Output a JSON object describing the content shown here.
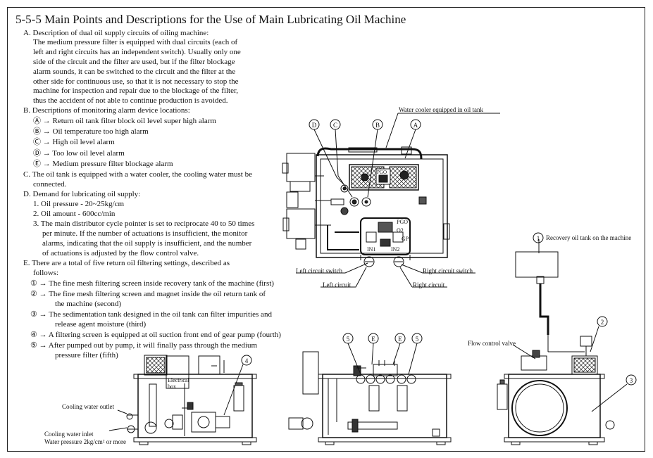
{
  "title": "5-5-5 Main Points and Descriptions for the Use of Main Lubricating Oil Machine",
  "sectionA": {
    "heading": "A. Description of dual oil supply circuits of oiling machine:",
    "lines": [
      "The medium pressure filter is equipped with dual circuits (each of",
      "left and right circuits has an independent switch). Usually only one",
      "side of the circuit and the filter are used, but if the filter blockage",
      "alarm sounds, it can be switched to the circuit and the filter at the",
      "other side for continuous use, so that it is not necessary to stop the",
      "machine for inspection and repair due to the blockage of the filter,",
      "thus the accident of not able to continue production is avoided."
    ]
  },
  "sectionB": {
    "heading": "B. Descriptions of monitoring alarm device locations:",
    "items": [
      "Ⓐ → Return oil tank filter block oil level super high alarm",
      "Ⓑ → Oil temperature too high alarm",
      "Ⓒ → High oil level alarm",
      "Ⓓ → Too low oil level alarm",
      "Ⓔ → Medium pressure filter blockage alarm"
    ]
  },
  "sectionC": {
    "lines": [
      "C. The oil tank is equipped with a water cooler, the cooling water must be",
      "connected."
    ]
  },
  "sectionD": {
    "heading": "D. Demand for lubricating oil supply:",
    "lines": [
      "1. Oil pressure - 20~25kg/cm",
      "2. Oil amount - 600cc/min",
      "3. The main distributor cycle pointer is set to reciprocate 40 to 50 times",
      "per minute. If the number of actuations is insufficient, the monitor",
      "alarms, indicating that the oil supply is insufficient, and the number",
      "of actuations is adjusted by the flow control valve."
    ]
  },
  "sectionE": {
    "lines": [
      "E. There are a total of five return oil filtering settings, described as",
      "follows:",
      "① → The fine mesh filtering screen inside recovery tank of the machine (first)",
      "② → The fine mesh filtering screen and magnet inside the oil return tank of",
      "the machine (second)",
      "③ → The sedimentation tank designed in the oil tank can filter impurities and",
      "release agent moisture (third)",
      "④ → A filtering screen is equipped at oil suction front end of gear pump (fourth)",
      "⑤ → After pumped out by pump, it will finally pass through the medium",
      "pressure filter (fifth)"
    ]
  },
  "labels": {
    "water_cooler": "Water cooler equipped in oil tank",
    "left_switch": "Left circuit switch",
    "right_switch": "Right circuit switch",
    "left_circuit": "Left circuit",
    "right_circuit": "Right circuit",
    "recovery_tank": "Recovery oil tank on the machine",
    "flow_valve": "Flow control valve",
    "cooling_outlet": "Cooling water outlet",
    "cooling_inlet": "Cooling water inlet",
    "water_pressure": "Water pressure 2kg/cm² or more",
    "electrical_box": "Electrical box",
    "pgo": "PGO",
    "o2": "O2",
    "gp": "GP",
    "in1": "IN1",
    "in2": "IN2",
    "callouts": {
      "a": "A",
      "b": "B",
      "c": "C",
      "d": "D",
      "e": "E",
      "n1": "1",
      "n2": "2",
      "n3": "3",
      "n4": "4",
      "n5": "5"
    }
  }
}
